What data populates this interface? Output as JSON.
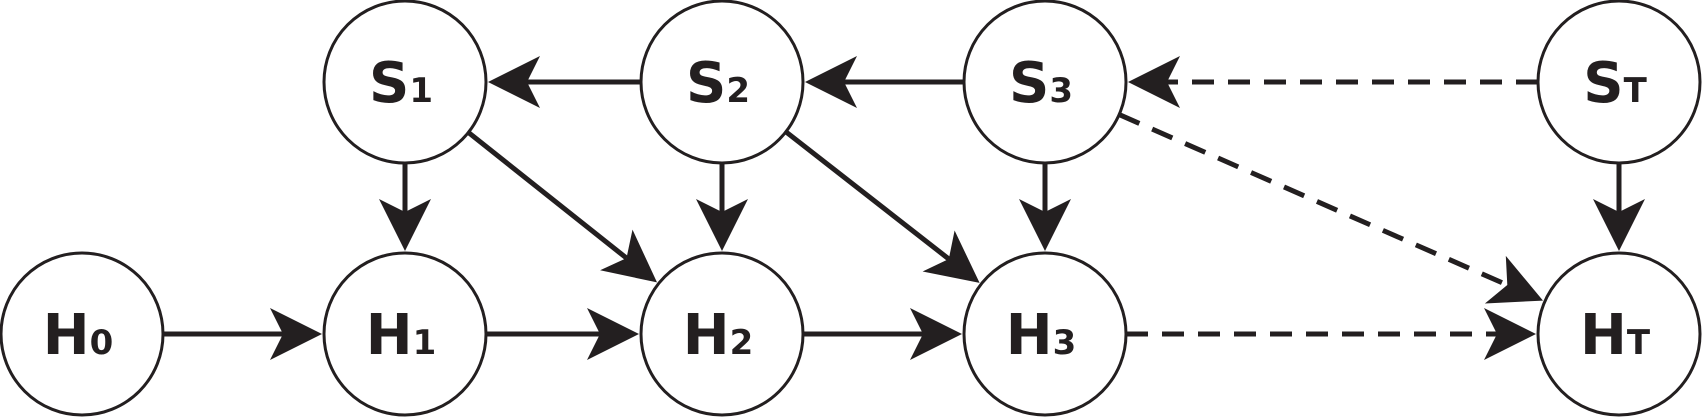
{
  "diagram": {
    "colors": {
      "stroke": "#231f20",
      "node_fill": "#ffffff",
      "background": "#ffffff"
    },
    "nodes": [
      {
        "id": "S1",
        "main": "S",
        "sub": "1"
      },
      {
        "id": "S2",
        "main": "S",
        "sub": "2"
      },
      {
        "id": "S3",
        "main": "S",
        "sub": "3"
      },
      {
        "id": "ST",
        "main": "S",
        "sub": "T"
      },
      {
        "id": "H0",
        "main": "H",
        "sub": "0"
      },
      {
        "id": "H1",
        "main": "H",
        "sub": "1"
      },
      {
        "id": "H2",
        "main": "H",
        "sub": "2"
      },
      {
        "id": "H3",
        "main": "H",
        "sub": "3"
      },
      {
        "id": "HT",
        "main": "H",
        "sub": "T"
      }
    ],
    "edges": [
      {
        "from": "S2",
        "to": "S1",
        "style": "solid"
      },
      {
        "from": "S3",
        "to": "S2",
        "style": "solid"
      },
      {
        "from": "ST",
        "to": "S3",
        "style": "dashed"
      },
      {
        "from": "S1",
        "to": "H1",
        "style": "solid"
      },
      {
        "from": "S2",
        "to": "H2",
        "style": "solid"
      },
      {
        "from": "S3",
        "to": "H3",
        "style": "solid"
      },
      {
        "from": "ST",
        "to": "HT",
        "style": "solid"
      },
      {
        "from": "S1",
        "to": "H2",
        "style": "solid"
      },
      {
        "from": "S2",
        "to": "H3",
        "style": "solid"
      },
      {
        "from": "S3",
        "to": "HT",
        "style": "dashed"
      },
      {
        "from": "H0",
        "to": "H1",
        "style": "solid"
      },
      {
        "from": "H1",
        "to": "H2",
        "style": "solid"
      },
      {
        "from": "H2",
        "to": "H3",
        "style": "solid"
      },
      {
        "from": "H3",
        "to": "HT",
        "style": "dashed"
      }
    ]
  }
}
